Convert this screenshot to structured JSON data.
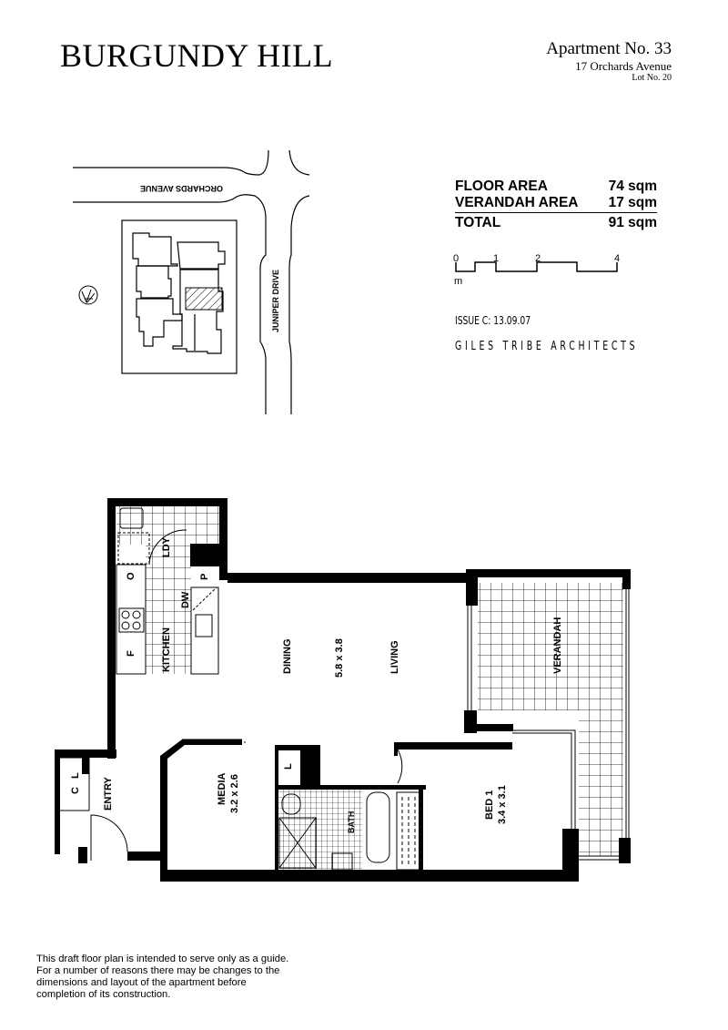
{
  "header": {
    "title": "BURGUNDY HILL",
    "apartment": "Apartment No. 33",
    "address": "17 Orchards Avenue",
    "lot": "Lot No. 20"
  },
  "areas": [
    {
      "label": "FLOOR AREA",
      "value": "74 sqm"
    },
    {
      "label": "VERANDAH AREA",
      "value": "17 sqm"
    },
    {
      "label": "TOTAL",
      "value": "91 sqm"
    }
  ],
  "scale_bar": {
    "ticks": [
      "0",
      "1",
      "2",
      "4"
    ],
    "unit": "m"
  },
  "issue": "ISSUE C: 13.09.07",
  "architect": "GILES TRIBE ARCHITECTS",
  "site_plan": {
    "street_1": "ORCHARDS AVENUE",
    "street_2": "JUNIPER DRIVE"
  },
  "rooms": {
    "dining": "DINING",
    "living_size": "5.8 x 3.8",
    "living": "LIVING",
    "verandah": "VERANDAH",
    "kitchen": "KITCHEN",
    "laundry": "LDY",
    "dishwasher": "DW",
    "pantry": "P",
    "oven": "O",
    "fridge": "F",
    "media": "MEDIA",
    "media_size": "3.2 x 2.6",
    "entry": "ENTRY",
    "coats": "C",
    "linen_entry": "L",
    "linen": "L",
    "bath": "BATH",
    "bed": "BED 1",
    "bed_size": "3.4 x 3.1"
  },
  "disclaimer": "This draft floor plan is intended to serve only as a guide. For a number of reasons there may be changes to the dimensions and layout of the apartment before completion of its construction."
}
